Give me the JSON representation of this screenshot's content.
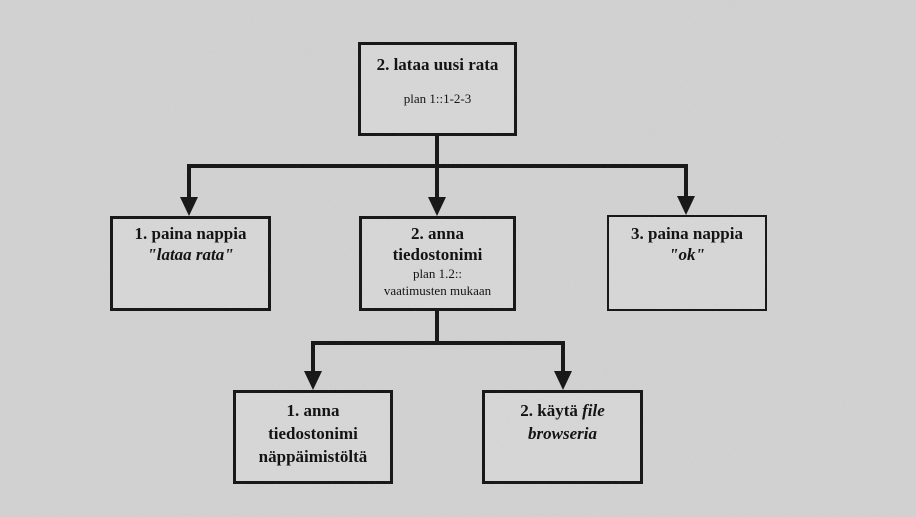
{
  "diagram": {
    "background_color": "#d2d2d2",
    "box_fill_color": "#d7d7d7",
    "line_color": "#161616",
    "nodes": {
      "root": {
        "title": "2. lataa uusi rata",
        "plan": "plan 1::1-2-3"
      },
      "press_load": {
        "title": "1. paina nappia",
        "button_label": "\"lataa rata\""
      },
      "give_filename": {
        "title_line1": "2. anna",
        "title_line2": "tiedostonimi",
        "plan_line1": "plan 1.2::",
        "plan_line2": "vaatimusten mukaan"
      },
      "press_ok": {
        "title": "3. paina nappia",
        "button_label": "\"ok\""
      },
      "type_filename": {
        "line1": "1. anna",
        "line2": "tiedostonimi",
        "line3": "näppäimistöltä"
      },
      "use_file_browser": {
        "prefix": "2. käytä",
        "italic_line1": "file",
        "italic_line2": "browseria"
      }
    }
  }
}
